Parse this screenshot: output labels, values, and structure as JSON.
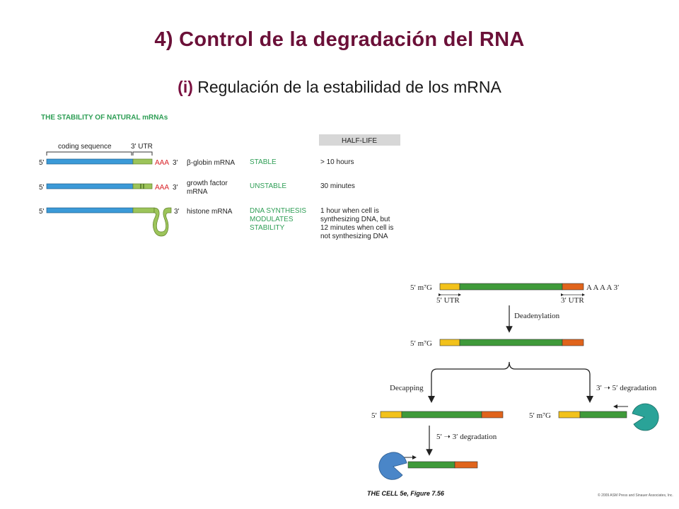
{
  "title": "4) Control de la degradación del RNA",
  "subtitle": {
    "prefix": "(i)",
    "text": "Regulación de la estabilidad de los mRNA"
  },
  "top_figure": {
    "heading": "THE STABILITY OF NATURAL mRNAs",
    "half_life_header": "HALF-LIFE",
    "coding_label": "coding sequence",
    "utr_label": "3' UTR",
    "five_prime": "5'",
    "three_prime": "3'",
    "polya": "AAA",
    "rows": [
      {
        "name": "β-globin mRNA",
        "stability": "STABLE",
        "half_life": "> 10 hours"
      },
      {
        "name": "growth factor\nmRNA",
        "name_l1": "growth factor",
        "name_l2": "mRNA",
        "stability": "UNSTABLE",
        "half_life": "30 minutes"
      },
      {
        "name": "histone mRNA",
        "stability_l1": "DNA SYNTHESIS",
        "stability_l2": "MODULATES",
        "stability_l3": "STABILITY",
        "half_life_l1": "1 hour when cell is",
        "half_life_l2": "synthesizing DNA, but",
        "half_life_l3": "12 minutes when cell is",
        "half_life_l4": "not synthesizing DNA"
      }
    ]
  },
  "bottom_figure": {
    "cap": "5′  m⁷G",
    "five": "5′",
    "polya": "A A A A  3′",
    "utr5": "5′ UTR",
    "utr3": "3′ UTR",
    "deadenylation": "Deadenylation",
    "decapping": "Decapping",
    "deg_35": "3′ ➝ 5′ degradation",
    "deg_53": "5′ ➝ 3′ degradation",
    "caption": "THE CELL 5e, Figure 7.56",
    "copyright": "© 2009 ASM Press and Sinauer Associates, Inc."
  },
  "colors": {
    "title": "#6b1038",
    "coding_blue": "#3b9ad8",
    "utr_green": "#9cc45a",
    "mrna_green": "#3f9a3a",
    "utr5_yellow": "#f2c21b",
    "utr3_orange": "#e0641c",
    "exonuclease_teal": "#2aa398",
    "exonuclease_blue": "#4a86c8"
  }
}
